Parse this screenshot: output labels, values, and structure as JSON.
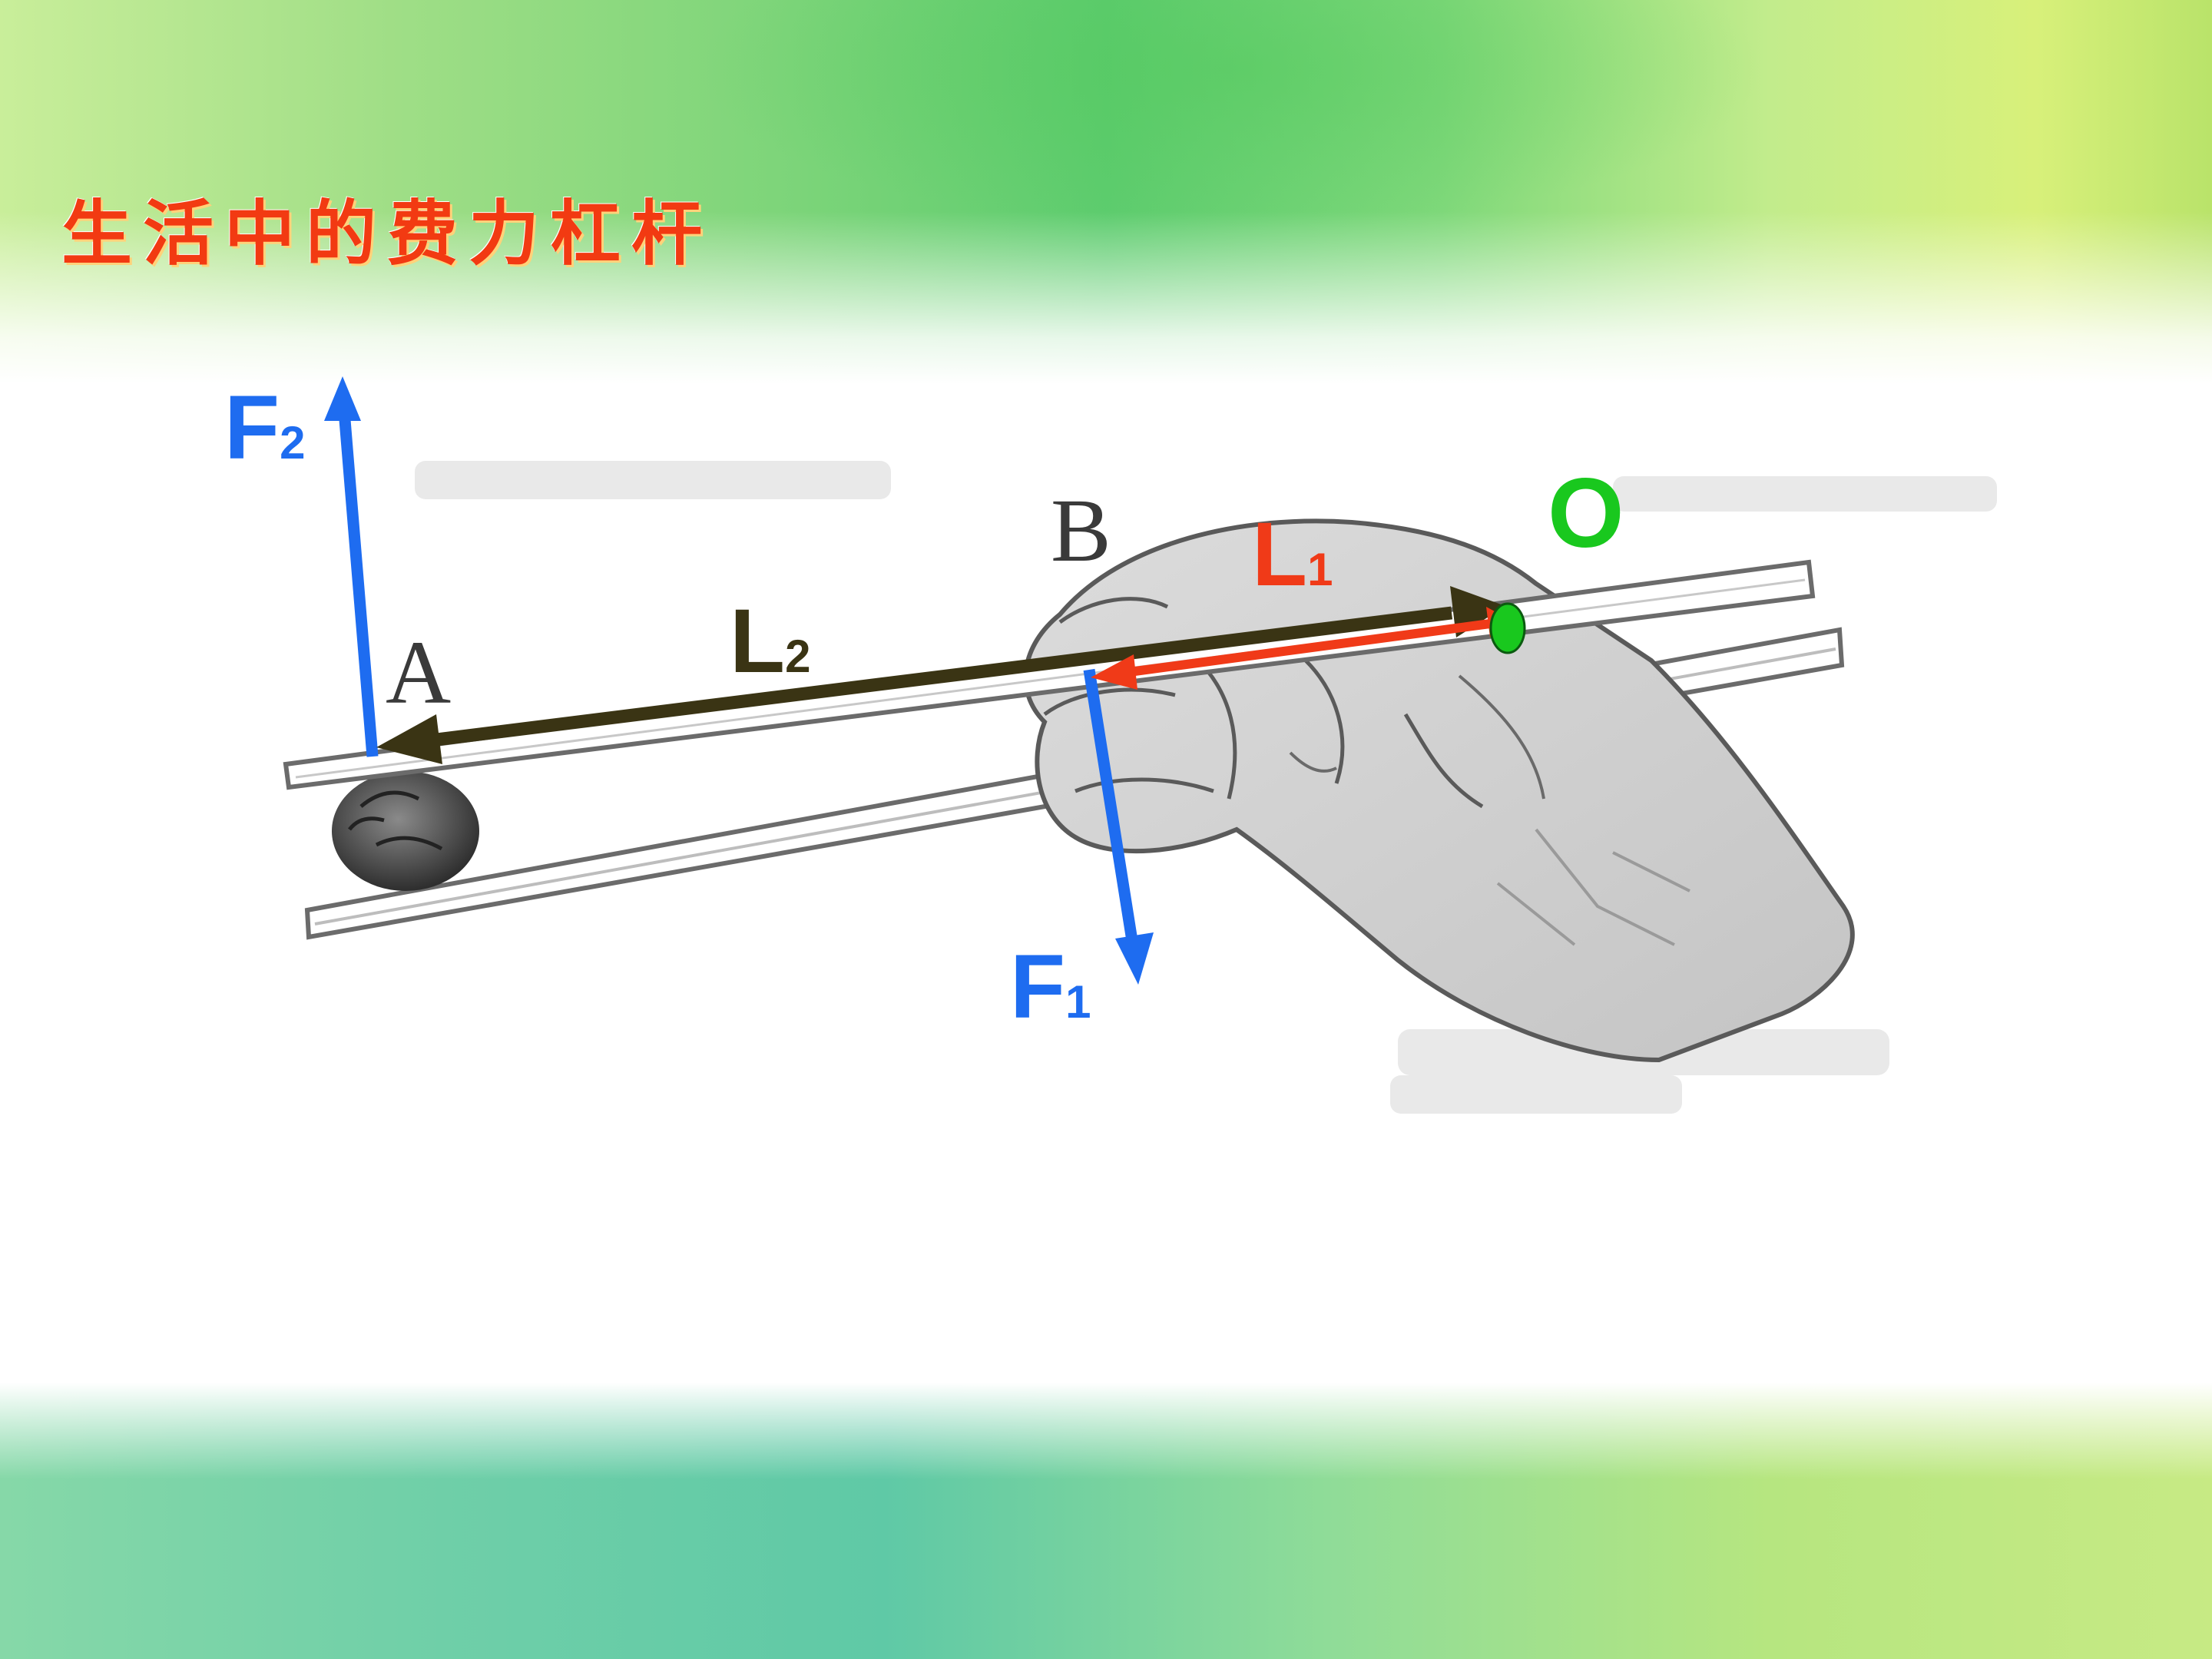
{
  "slide": {
    "title": "生活中的费力杠杆"
  },
  "diagram": {
    "points": {
      "a": "A",
      "b": "B",
      "o": "O"
    },
    "forces": {
      "f1": {
        "main": "F",
        "sub": "1"
      },
      "f2": {
        "main": "F",
        "sub": "2"
      }
    },
    "arms": {
      "l1": {
        "main": "L",
        "sub": "1"
      },
      "l2": {
        "main": "L",
        "sub": "2"
      }
    },
    "colors": {
      "title": "#f23a12",
      "force": "#1e6cf0",
      "arm_l1": "#f03a18",
      "arm_l2": "#3a3414",
      "fulcrum": "#19c81e"
    }
  }
}
